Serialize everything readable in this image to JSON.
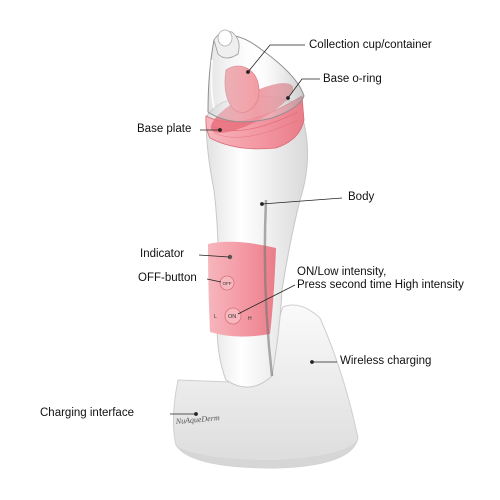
{
  "labels": {
    "collection_cup": "Collection cup/container",
    "base_oring": "Base o-ring",
    "base_plate": "Base plate",
    "body": "Body",
    "indicator": "Indicator",
    "off_button": "OFF-button",
    "on_low_line1": "ON/Low intensity,",
    "on_low_line2": "Press second time High intensity",
    "wireless_charging": "Wireless charging",
    "charging_interface": "Charging interface"
  },
  "device": {
    "brand": "NuAqueDerm",
    "off_text": "OFF",
    "l_text": "L",
    "on_text": "ON",
    "h_text": "H"
  },
  "colors": {
    "pink": "#f4a0aa",
    "pink_dark": "#e8747f",
    "white": "#f7f7f7",
    "leader": "#222222"
  }
}
